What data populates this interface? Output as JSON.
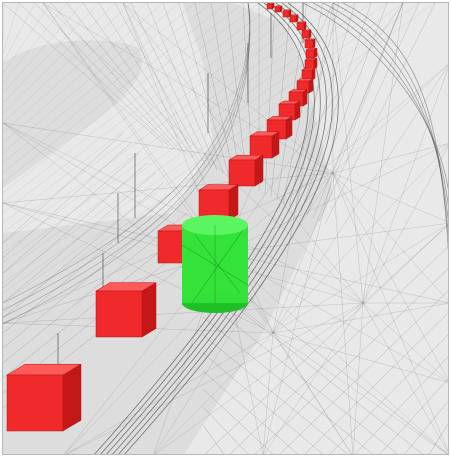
{
  "viewport": {
    "kind": "3d-wireframe-scene",
    "icon": "3d-viewport"
  },
  "colors": {
    "background": "#e9e9e9",
    "ground": "#dcdcdc",
    "ground_band": "#cfcfcf",
    "wire": "#2d2d2d",
    "block_red": "#f02a2a",
    "block_red_side": "#c41818",
    "block_red_top": "#ff5a5a",
    "cylinder_green": "#33e33a",
    "cylinder_green_dark": "#1fbf27",
    "cylinder_green_top": "#5cf562"
  },
  "scene": {
    "red_block_count": 20,
    "green_cylinder_count": 1
  }
}
